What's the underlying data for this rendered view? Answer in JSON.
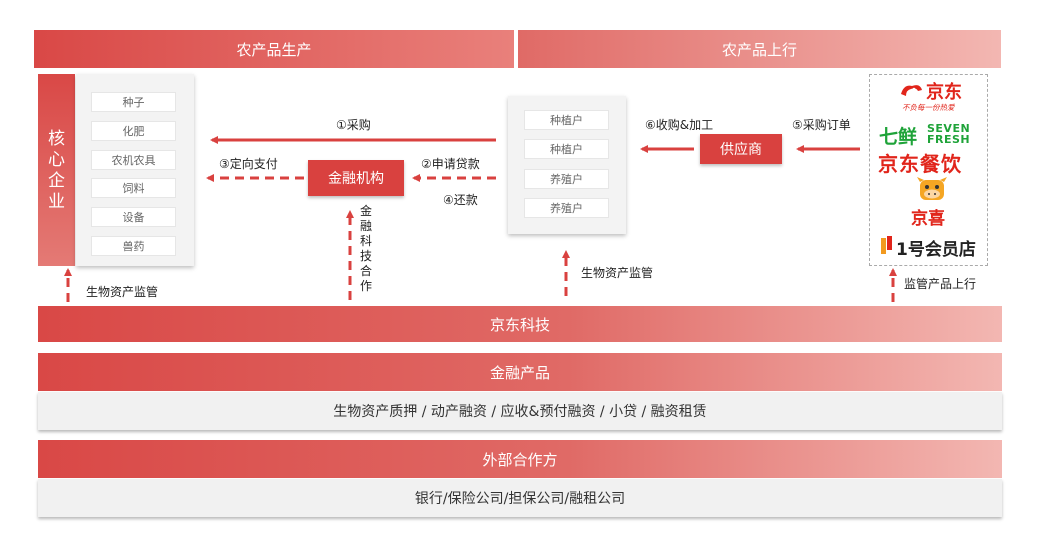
{
  "headers": {
    "left": "农产品生产",
    "right": "农产品上行"
  },
  "core_enterprise": {
    "chars": [
      "核",
      "心",
      "企",
      "业"
    ]
  },
  "inputs": [
    "种子",
    "化肥",
    "农机农具",
    "饲料",
    "设备",
    "兽药"
  ],
  "farmers": [
    "种植户",
    "种植户",
    "养殖户",
    "养殖户"
  ],
  "finance_institution": "金融机构",
  "supplier": "供应商",
  "fintech_chars": [
    "金",
    "融",
    "科",
    "技",
    "合",
    "作"
  ],
  "flows": {
    "purchase": "①采购",
    "loan_apply": "②申请贷款",
    "directed_pay": "③定向支付",
    "repay": "④还款",
    "order": "⑤采购订单",
    "acquire": "⑥收购&加工"
  },
  "supervision": {
    "left": "生物资产监管",
    "middle": "生物资产监管",
    "right": "监管产品上行"
  },
  "brands": {
    "jd": "京东",
    "jd_slogan": "不负每一份热爱",
    "qixian": "七鲜",
    "seven": "SEVEN",
    "fresh": "FRESH",
    "canyin": "京东餐饮",
    "jingxi": "京喜",
    "yhd": "1号会员店"
  },
  "bars": {
    "jd_tech": "京东科技",
    "fin_products": "金融产品",
    "fin_products_list": "生物资产质押 / 动产融资 / 应收&预付融资 / 小贷 / 融资租赁",
    "partners": "外部合作方",
    "partners_list": "银行/保险公司/担保公司/融租公司"
  },
  "colors": {
    "primary": "#d9413f",
    "gradient_light": "#f3b7b2",
    "panel": "#f3f3f3"
  }
}
